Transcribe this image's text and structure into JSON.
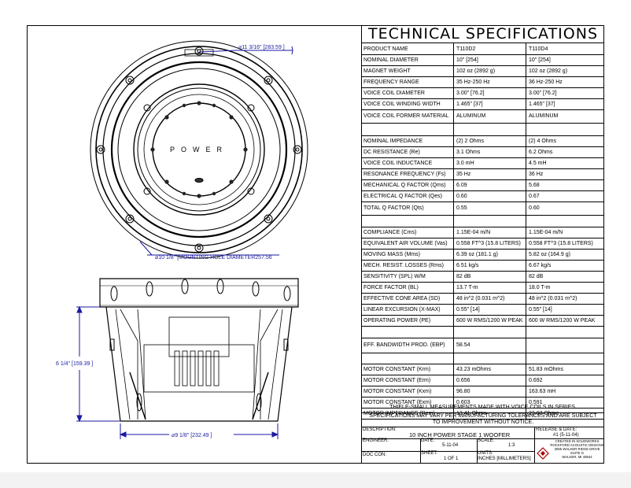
{
  "spec_title": "TECHNICAL SPECIFICATIONS",
  "rows": [
    {
      "label": "PRODUCT NAME",
      "a": "T110D2",
      "b": "T110D4"
    },
    {
      "label": "NOMINAL DIAMETER",
      "a": "10\" [254]",
      "b": "10\" [254]"
    },
    {
      "label": "MAGNET WEIGHT",
      "a": "102 oz (2892 g)",
      "b": "102 oz (2892 g)"
    },
    {
      "label": "FREQUENCY RANGE",
      "a": "35 Hz-250 Hz",
      "b": "36 Hz-250 Hz"
    },
    {
      "label": "VOICE COIL DIAMETER",
      "a": "3.00\" [76.2]",
      "b": "3.00\" [76.2]"
    },
    {
      "label": "VOICE COIL WINDING WIDTH",
      "a": "1.465\" [37]",
      "b": "1.465\" [37]"
    },
    {
      "label": "VOICE COIL FORMER MATERIAL",
      "a": "ALUMINUM",
      "b": "ALUMINUM"
    },
    {
      "label": "",
      "a": "",
      "b": ""
    },
    {
      "label": "NOMINAL IMPEDANCE",
      "a": "(2) 2 Ohms",
      "b": "(2) 4 Ohms"
    },
    {
      "label": "DC RESISTANCE (Re)",
      "a": "3.1 Ohms",
      "b": "6.2 Ohms"
    },
    {
      "label": "VOICE COIL INDUCTANCE",
      "a": "3.0 mH",
      "b": "4.5 mH"
    },
    {
      "label": "RESONANCE FREQUENCY (Fs)",
      "a": "35 Hz",
      "b": "36 Hz"
    },
    {
      "label": "MECHANICAL Q FACTOR (Qms)",
      "a": "6.09",
      "b": "5.68"
    },
    {
      "label": "ELECTRICAL Q FACTOR (Qes)",
      "a": "0.60",
      "b": "0.67"
    },
    {
      "label": "TOTAL Q FACTOR (Qts)",
      "a": "0.55",
      "b": "0.60"
    },
    {
      "label": "",
      "a": "",
      "b": ""
    },
    {
      "label": "COMPLIANCE (Cms)",
      "a": "1.15E-04 m/N",
      "b": "1.15E-04 m/N"
    },
    {
      "label": "EQUIVALENT AIR VOLUME (Vas)",
      "a": "0.558 FT^3 (15.8 LITERS)",
      "b": "0.558 FT^3 (15.8 LITERS)"
    },
    {
      "label": "MOVING MASS (Mms)",
      "a": "6.39 oz (181.1 g)",
      "b": "5.82 oz (164.9 g)"
    },
    {
      "label": "MECH. RESIST. LOSSES (Rms)",
      "a": "6.51 kg/s",
      "b": "6.67 kg/s"
    },
    {
      "label": "SENSITIVITY (SPL) W/M",
      "a": "82 dB",
      "b": "82 dB"
    },
    {
      "label": "FORCE FACTOR (BL)",
      "a": "13.7 T-m",
      "b": "18.0 T-m"
    },
    {
      "label": "EFFECTIVE CONE AREA (SD)",
      "a": "48 in^2 (0.031 m^2)",
      "b": "48 in^2 (0.031 m^2)"
    },
    {
      "label": "LINEAR EXCURSION (X-MAX)",
      "a": "0.55\" [14]",
      "b": "0.55\" [14]"
    },
    {
      "label": "OPERATING POWER (PE)",
      "a": "600 W RMS/1200 W PEAK",
      "b": "600 W RMS/1200 W PEAK"
    },
    {
      "label": "",
      "a": "",
      "b": ""
    },
    {
      "label": "EFF. BANDWIDTH PROD. (EBP)",
      "a": "58.54",
      "b": ""
    },
    {
      "label": "",
      "a": "",
      "b": ""
    },
    {
      "label": "MOTOR CONSTANT (Krm)",
      "a": "43.23 mOhms",
      "b": "51.83 mOhms"
    },
    {
      "label": "MOTOR CONSTANT (Erm)",
      "a": "0.656",
      "b": "0.692"
    },
    {
      "label": "MOTOR CONSTANT (Kxm)",
      "a": "96.80",
      "b": "163.63 mH"
    },
    {
      "label": "MOTOR CONSTANT (Exm)",
      "a": "0.603",
      "b": "0.591"
    },
    {
      "label": "MOTOR IMPEDANCE (Rem)",
      "a": "13.41 Ohms",
      "b": "22.03 Ohms"
    }
  ],
  "notes": {
    "thiele": "THIELE-SMALL MEASUREMENTS MADE WITH VOICE COILS IN SERIES.",
    "spec_line1": "SPECIFICATIONS MAY VARY PER MANUFACTURING TOLERANCES AND ARE SUBJECT",
    "spec_line2": "TO IMPROVEMENT  WITHOUT NOTICE."
  },
  "title_block": {
    "description_label": "DESCRIPTION:",
    "description": "10 INCH POWER STAGE 1 WOOFER",
    "release_label": "RELEASE & DATE:",
    "release": "#1 (5-11-04)",
    "engineer_label": "ENGINEER:",
    "date_label": "DATE:",
    "date": "5-11-04",
    "scale_label": "SCALE:",
    "scale": "1:3",
    "doc_label": "DOC CON:",
    "sheet_label": "SHEET:",
    "sheet": "1 OF 1",
    "units_label": "UNITS:",
    "units": "INCHES [MILLIMETERS]",
    "company_l1": "CREATED IN SOLIDWORKS",
    "company_l2": "ROCKFORD ACOUSTIC DESIGNS",
    "company_l3": "3055 WALKER RIDGE DRIVE",
    "company_l4": "SUITE G",
    "company_l5": "WALKER, MI  49544"
  },
  "drawing": {
    "dim_outer": "⌀11 3/16\" [283.59 ]",
    "dim_mounting": "⌀10 1/8\" [MOUNTING HOLE DIAMETER257.56",
    "dim_height": "6 1/4\" [159.39 ]",
    "dim_base": "⌀9 1/8\" [232.49 ]",
    "brand_text": "POWER"
  }
}
